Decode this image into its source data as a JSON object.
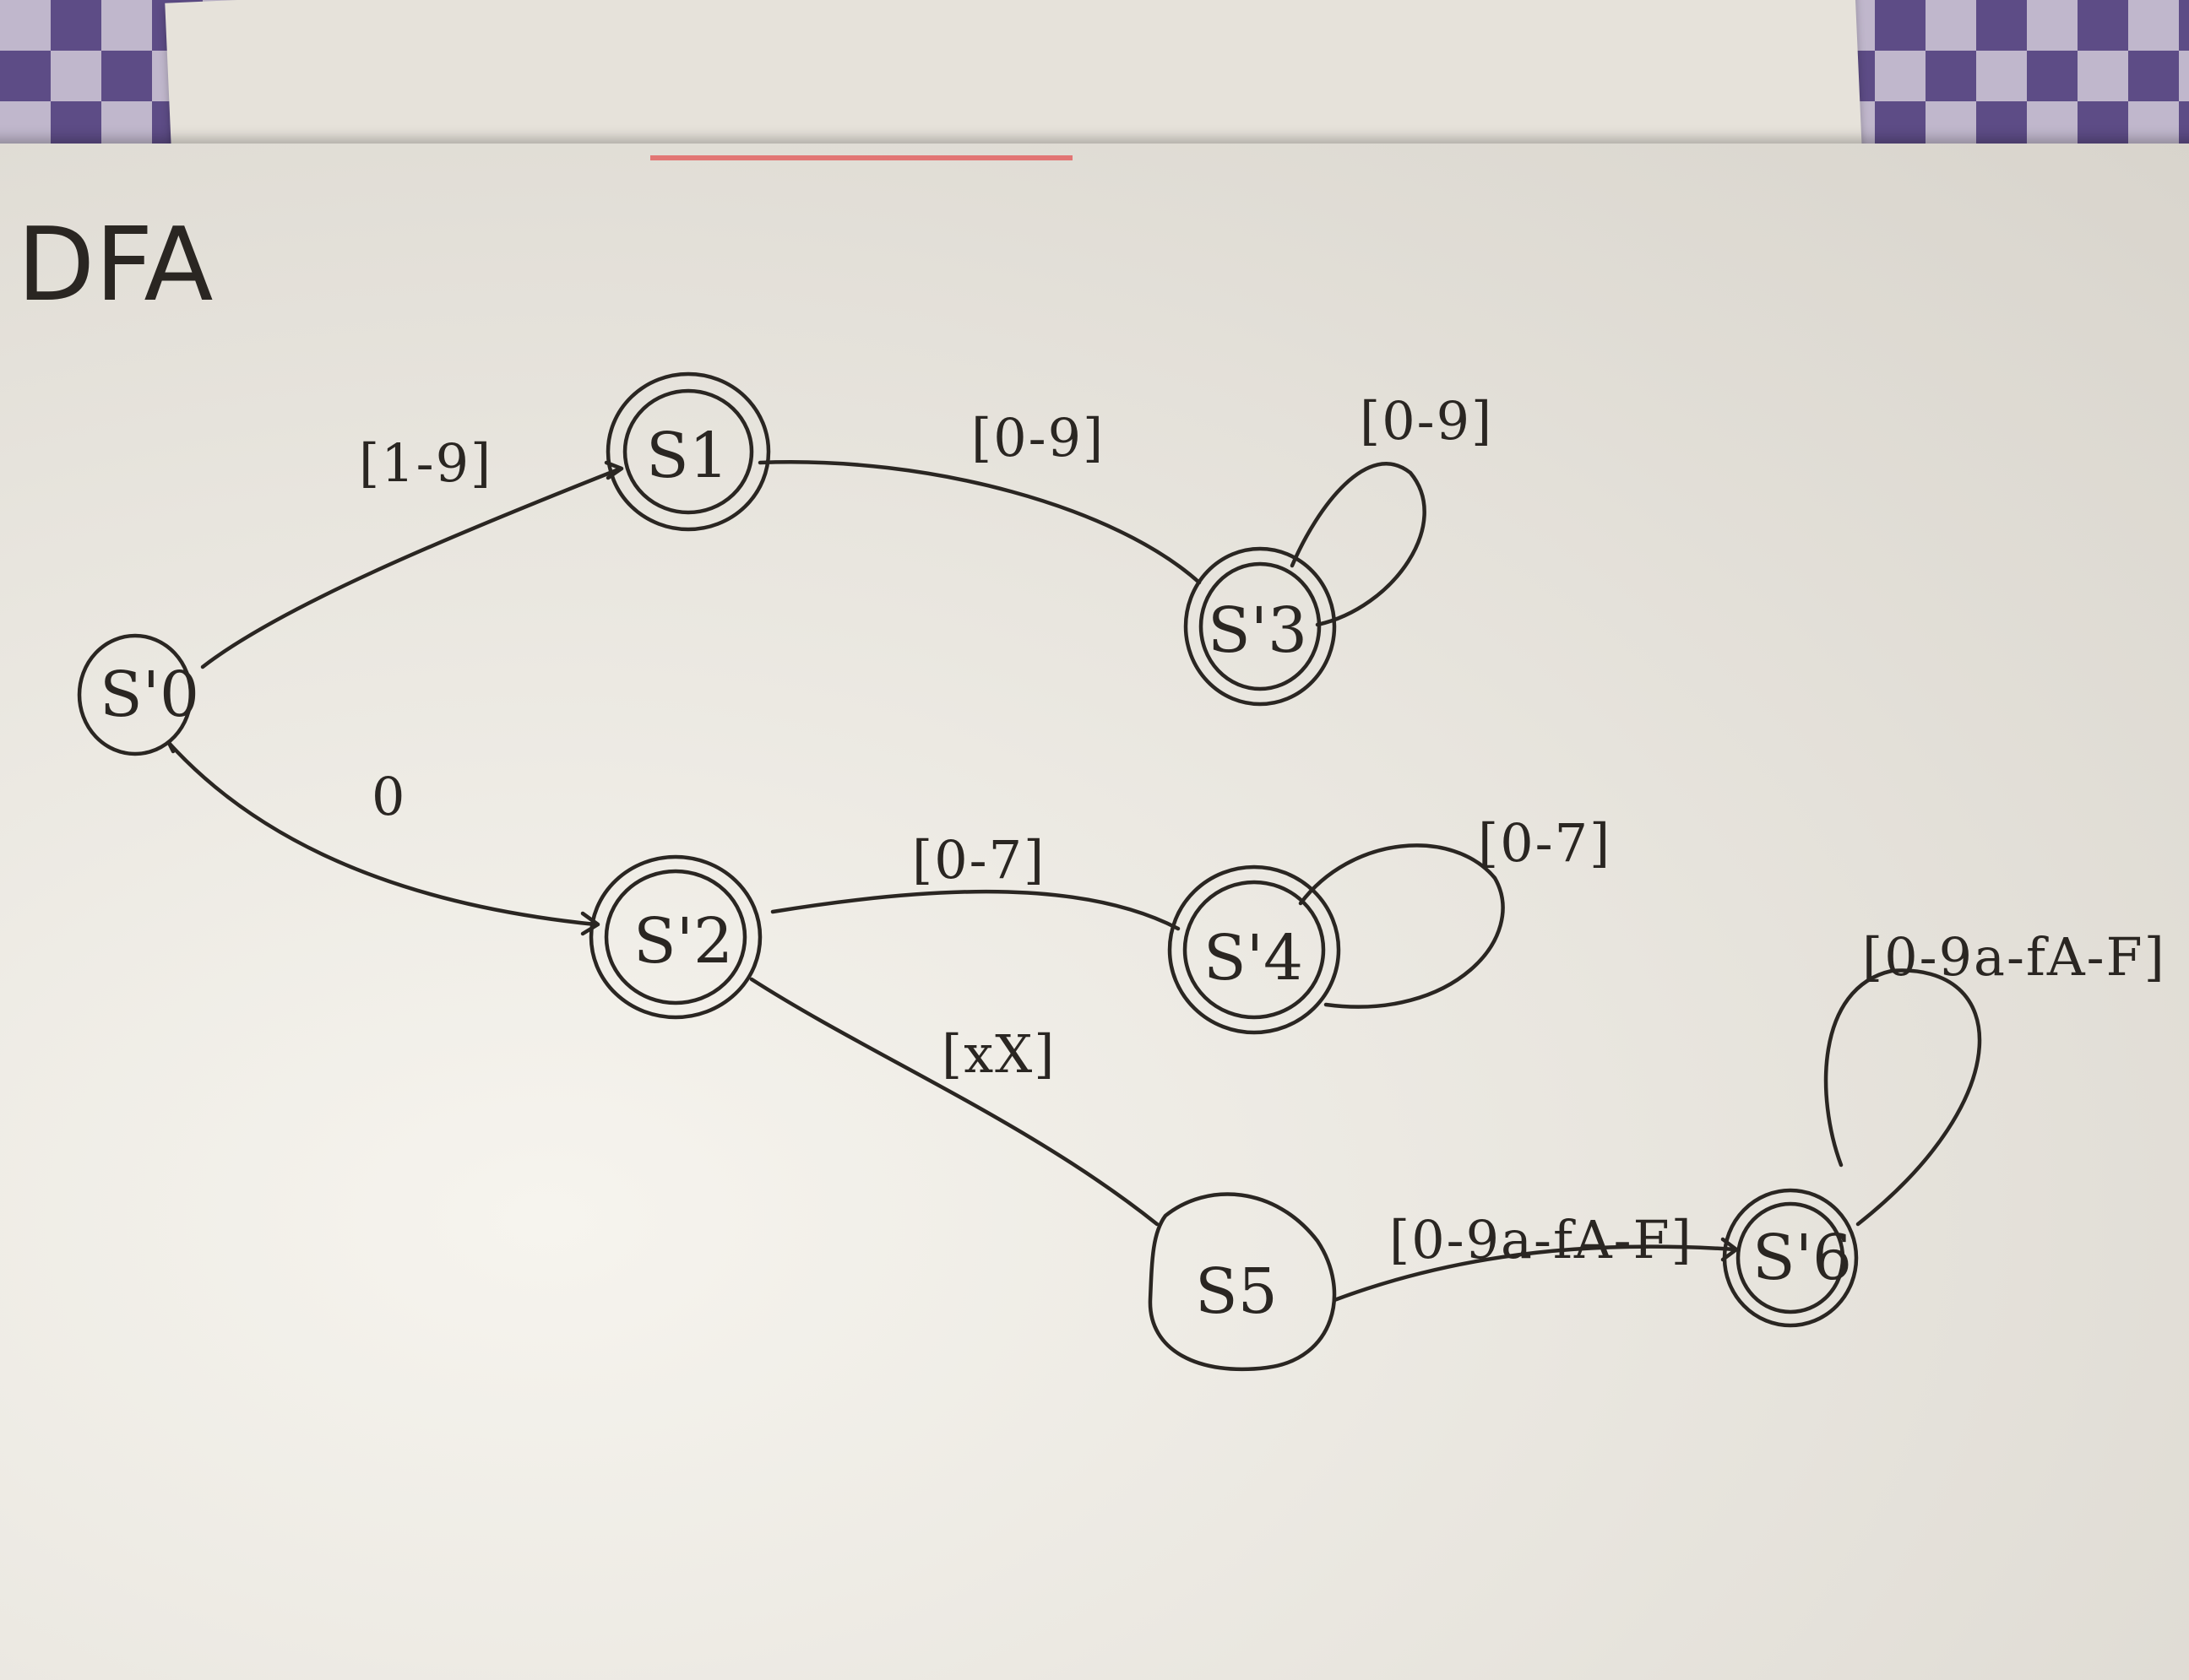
{
  "title": "DFA",
  "states": [
    {
      "id": "s0",
      "label": "S'0",
      "accepting": false
    },
    {
      "id": "s1",
      "label": "S1",
      "accepting": true
    },
    {
      "id": "s2",
      "label": "S'2",
      "accepting": true
    },
    {
      "id": "s3",
      "label": "S'3",
      "accepting": true
    },
    {
      "id": "s4",
      "label": "S'4",
      "accepting": true
    },
    {
      "id": "s5",
      "label": "S5",
      "accepting": false
    },
    {
      "id": "s6",
      "label": "S'6",
      "accepting": true
    }
  ],
  "transitions": [
    {
      "from": "s0",
      "to": "s1",
      "label": "[1-9]"
    },
    {
      "from": "s0",
      "to": "s2",
      "label": "0"
    },
    {
      "from": "s1",
      "to": "s3",
      "label": "[0-9]"
    },
    {
      "from": "s3",
      "to": "s3",
      "label": "[0-9]"
    },
    {
      "from": "s2",
      "to": "s4",
      "label": "[0-7]"
    },
    {
      "from": "s4",
      "to": "s4",
      "label": "[0-7]"
    },
    {
      "from": "s2",
      "to": "s5",
      "label": "[xX]"
    },
    {
      "from": "s5",
      "to": "s6",
      "label": "[0-9a-fA-F]"
    },
    {
      "from": "s6",
      "to": "s6",
      "label": "[0-9a-fA-F]"
    }
  ],
  "ink_color": "#2a2622"
}
